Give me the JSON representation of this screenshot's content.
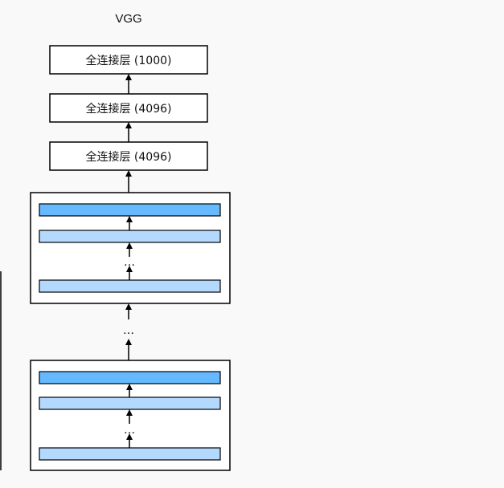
{
  "title": "VGG",
  "fc_layers": [
    {
      "label": "全连接层 (1000)"
    },
    {
      "label": "全连接层 (4096)"
    },
    {
      "label": "全连接层 (4096)"
    }
  ],
  "ellipsis": "…",
  "colors": {
    "background": "#f9f9f9",
    "pool_layer": "#66b8ff",
    "conv_layer": "#b3d9ff",
    "stroke": "#000000"
  }
}
